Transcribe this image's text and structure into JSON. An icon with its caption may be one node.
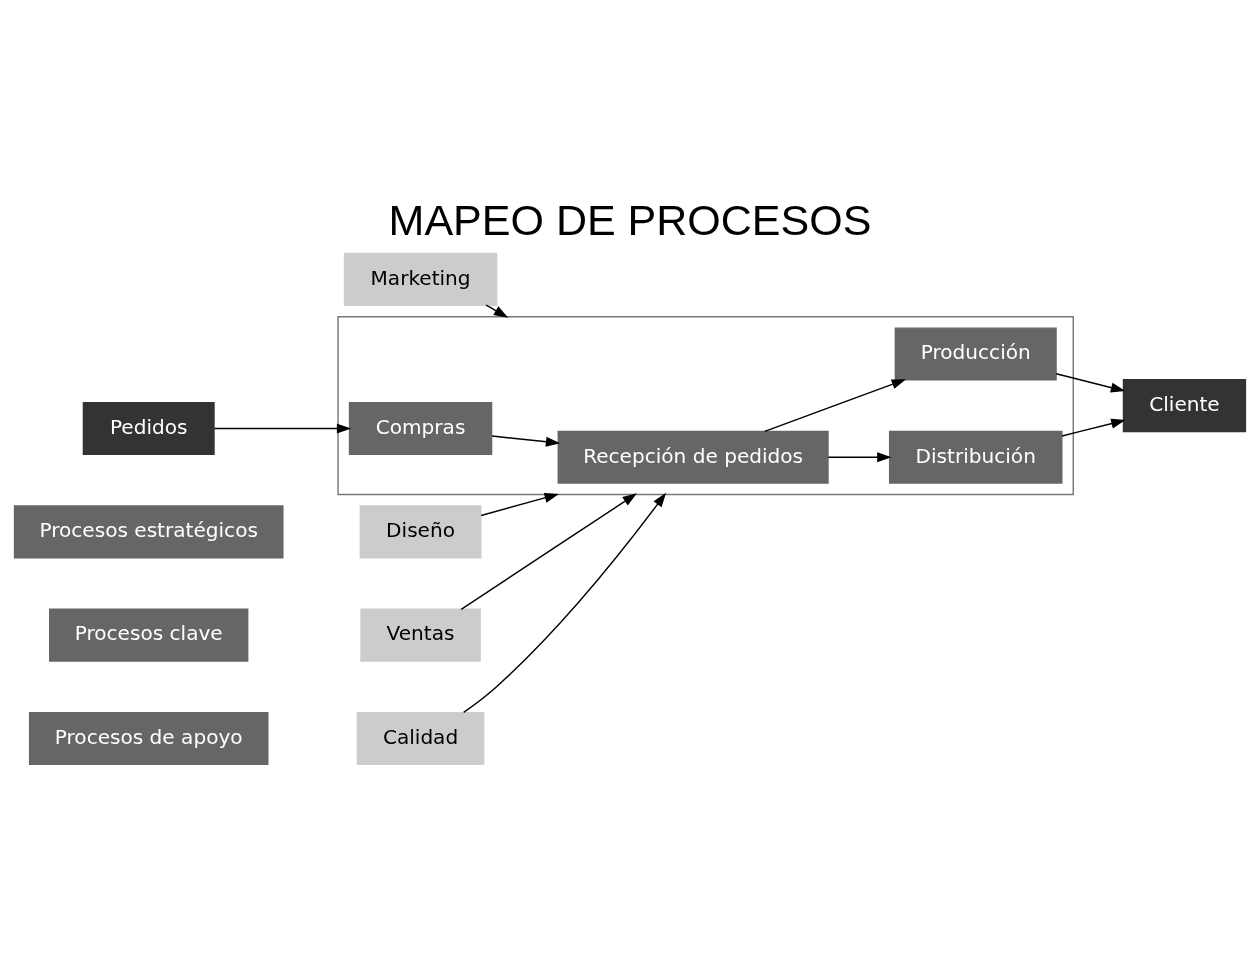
{
  "diagram": {
    "title": "MAPEO DE PROCESOS",
    "nodes": [
      {
        "text": [
          "Procesos estratégicos"
        ]
      },
      {
        "text": [
          "Procesos clave"
        ]
      },
      {
        "text": [
          "Procesos de apoyo"
        ]
      },
      {
        "text": [
          "Marketing"
        ]
      },
      {
        "text": [
          "Diseño"
        ]
      },
      {
        "text": [],
        "shape": "box"
      },
      {
        "text": [
          "Pedidos"
        ]
      },
      {
        "text": [
          "Compras"
        ],
        "in": 5
      },
      {
        "text": [
          "Recepción de pedidos"
        ],
        "in": 5
      },
      {
        "text": [
          "Distribución"
        ],
        "in": 5
      },
      {
        "text": [
          "Producción"
        ],
        "in": 5
      },
      {
        "text": [
          "Cliente"
        ]
      },
      {
        "text": [
          "Ventas"
        ]
      },
      {
        "text": [
          "Calidad"
        ]
      }
    ],
    "edges": [
      {
        "from": 3,
        "to": 5,
        "arrow": "to"
      },
      {
        "from": 4,
        "to": 5,
        "arrow": "to"
      },
      {
        "from": 6,
        "to": 7,
        "arrow": "to"
      },
      {
        "from": 7,
        "to": 8,
        "arrow": "to"
      },
      {
        "from": 8,
        "to": 9,
        "arrow": "to"
      },
      {
        "from": 8,
        "to": 10,
        "arrow": "to"
      },
      {
        "from": 9,
        "to": 11,
        "arrow": "to"
      },
      {
        "from": 10,
        "to": 11,
        "arrow": "to"
      },
      {
        "from": 12,
        "to": 5,
        "arrow": "to"
      },
      {
        "from": 13,
        "to": 5,
        "arrow": "to"
      }
    ]
  }
}
